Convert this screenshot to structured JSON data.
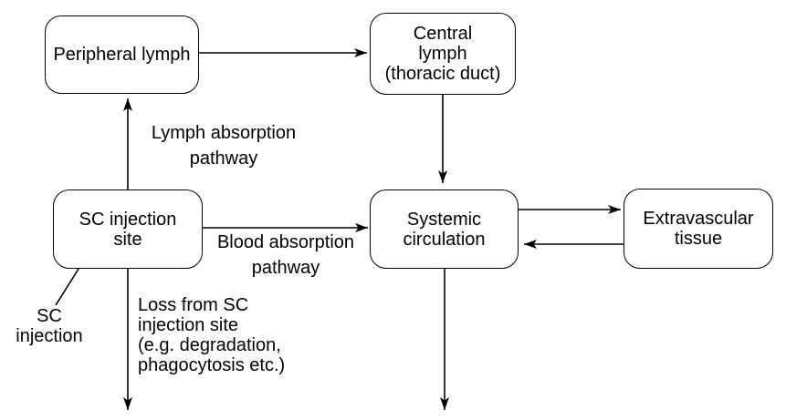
{
  "diagram": {
    "type": "flow-diagram",
    "topic": "Subcutaneous injection absorption pathways",
    "colors": {
      "stroke": "#000000",
      "text": "#000000",
      "background": "#ffffff"
    },
    "nodes": {
      "peripheral_lymph": {
        "label": "Peripheral lymph"
      },
      "central_lymph": {
        "label": "Central\nlymph\n(thoracic duct)"
      },
      "sc_injection_site": {
        "label": "SC injection\nsite"
      },
      "systemic_circulation": {
        "label": "Systemic\ncirculation"
      },
      "extravascular_tissue": {
        "label": "Extravascular\ntissue"
      }
    },
    "edge_labels": {
      "lymph_absorption": "Lymph absorption\npathway",
      "blood_absorption": "Blood absorption\npathway",
      "loss": "Loss from SC\ninjection site\n(e.g. degradation,\nphagocytosis etc.)",
      "sc_injection": "SC\ninjection"
    },
    "edges": [
      {
        "from": "peripheral_lymph",
        "to": "central_lymph",
        "label": ""
      },
      {
        "from": "sc_injection_site",
        "to": "peripheral_lymph",
        "label": "Lymph absorption pathway"
      },
      {
        "from": "central_lymph",
        "to": "systemic_circulation",
        "label": ""
      },
      {
        "from": "sc_injection_site",
        "to": "systemic_circulation",
        "label": "Blood absorption pathway"
      },
      {
        "from": "systemic_circulation",
        "to": "extravascular_tissue",
        "label": ""
      },
      {
        "from": "extravascular_tissue",
        "to": "systemic_circulation",
        "label": ""
      },
      {
        "from": "sc_injection_site",
        "to": "out-bottom",
        "label": "Loss from SC injection site (e.g. degradation, phagocytosis etc.)"
      },
      {
        "from": "systemic_circulation",
        "to": "out-bottom",
        "label": ""
      },
      {
        "from": "sc_injection_label",
        "to": "sc_injection_site",
        "label": "SC injection"
      }
    ]
  }
}
